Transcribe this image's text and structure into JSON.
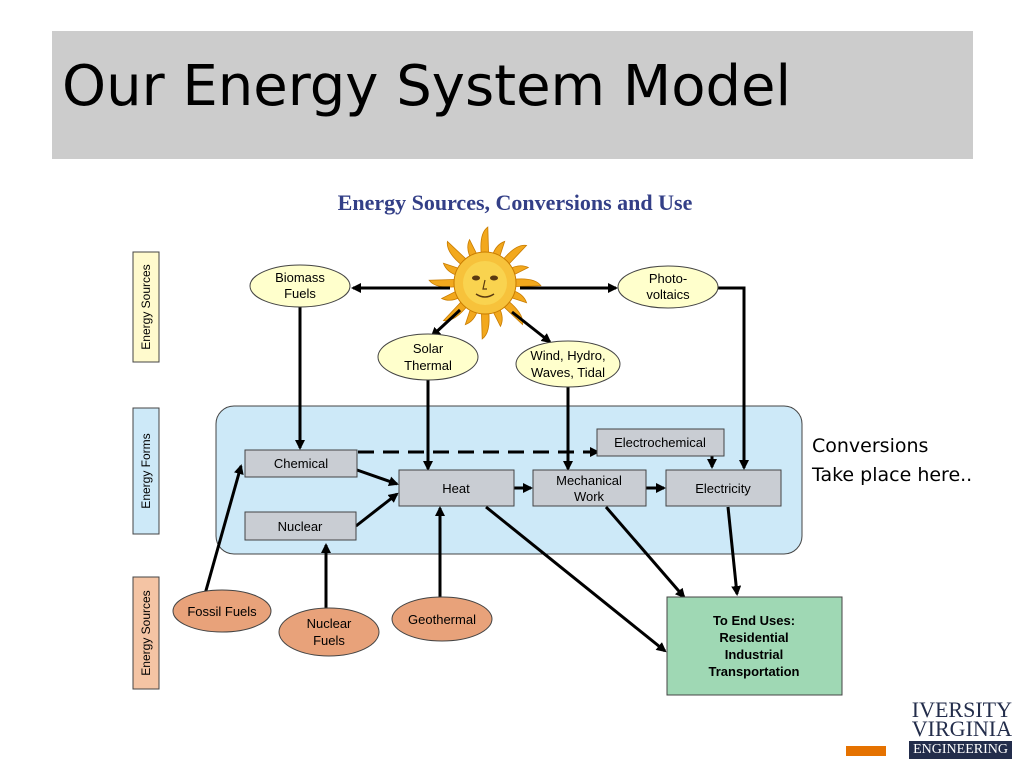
{
  "slide": {
    "title": "Our Energy System Model",
    "side_note": [
      "Conversions",
      "Take place here.."
    ]
  },
  "diagram": {
    "title": "Energy Sources, Conversions and Use",
    "rows": {
      "top": "Energy Sources",
      "middle": "Energy Forms",
      "bottom": "Energy Sources"
    },
    "nodes": {
      "biomass": [
        "Biomass",
        "Fuels"
      ],
      "photovoltaics": [
        "Photo-",
        "voltaics"
      ],
      "solar_thermal": [
        "Solar",
        "Thermal"
      ],
      "wind": [
        "Wind, Hydro,",
        "Waves, Tidal"
      ],
      "chemical": "Chemical",
      "electrochemical": "Electrochemical",
      "heat": "Heat",
      "mechanical": [
        "Mechanical",
        "Work"
      ],
      "electricity": "Electricity",
      "nuclear": "Nuclear",
      "fossil": "Fossil Fuels",
      "nuclear_fuels": [
        "Nuclear",
        "Fuels"
      ],
      "geothermal": "Geothermal",
      "end_uses": [
        "To End Uses:",
        "Residential",
        "Industrial",
        "Transportation"
      ]
    },
    "colors": {
      "source_fill": "#ffffcc",
      "earth_fill": "#e8a27a",
      "forms_panel": "#cde9f8",
      "form_box": "#c9cdd3",
      "end_use": "#9fd8b4",
      "row_top_label": "#fffacd",
      "row_mid_label": "#cde9f8",
      "row_bot_label": "#f4c4a4",
      "title_color": "#333f87"
    }
  },
  "logo": {
    "line1": "IVERSITY",
    "line2": "VIRGINIA",
    "line3": "ENGINEERING"
  }
}
